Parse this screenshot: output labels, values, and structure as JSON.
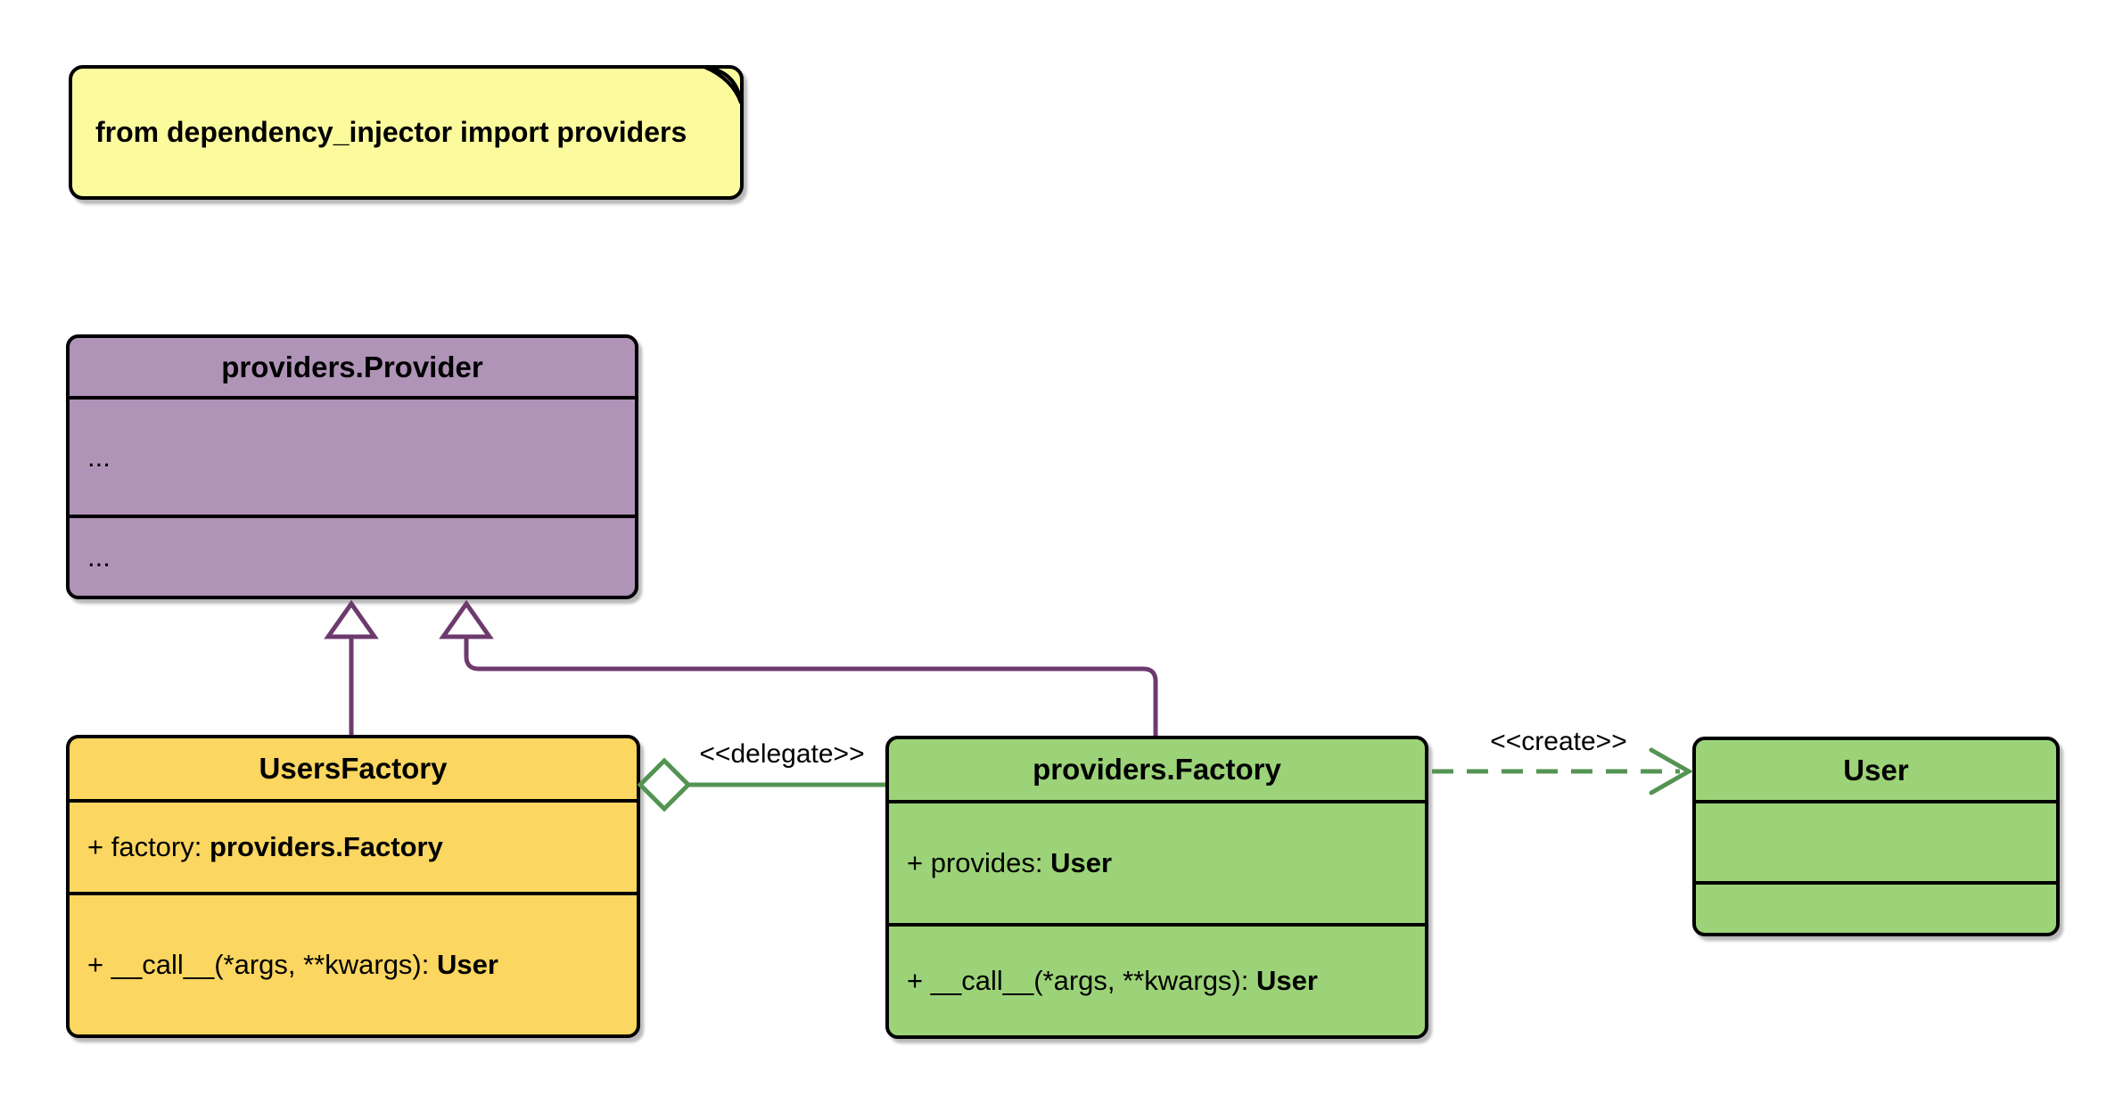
{
  "colors": {
    "background": "#FFFFFF",
    "note-fill": "#FBFB9E",
    "note-fold": "#C6C789",
    "provider-fill": "#B094B8",
    "usersfactory-fill": "#FBD660",
    "factory-fill": "#9CD378",
    "user-fill": "#9CD378",
    "shape-border": "#000000",
    "edge-purple": "#6D3A6E",
    "edge-green": "#549453",
    "label-text": "#000000"
  },
  "note": {
    "text": "from dependency_injector import providers"
  },
  "classes": {
    "provider": {
      "title": "providers.Provider",
      "attributes": "...",
      "methods": "..."
    },
    "users_factory": {
      "title": "UsersFactory",
      "attribute_prefix": "+ factory: ",
      "attribute_type": "providers.Factory",
      "method_prefix": "+ __call__(*args, **kwargs): ",
      "method_type": "User"
    },
    "factory": {
      "title": "providers.Factory",
      "attribute_prefix": "+ provides: ",
      "attribute_type": "User",
      "method_prefix": "+ __call__(*args, **kwargs): ",
      "method_type": "User"
    },
    "user": {
      "title": "User",
      "attributes": "",
      "methods": ""
    }
  },
  "edges": {
    "delegate_label": "<<delegate>>",
    "create_label": "<<create>>"
  }
}
